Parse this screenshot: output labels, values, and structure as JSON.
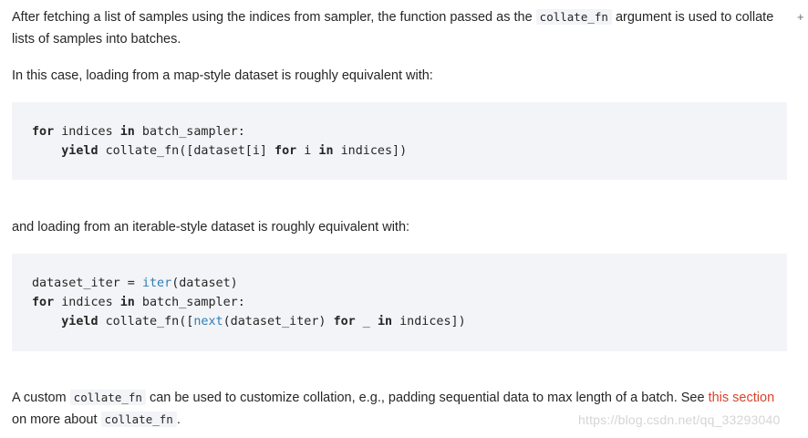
{
  "paragraph1": {
    "text_a": "After fetching a list of samples using the indices from sampler, the function passed as the ",
    "code": "collate_fn",
    "text_b": " argument is used to collate lists of samples into batches."
  },
  "paragraph2": {
    "text": "In this case, loading from a map-style dataset is roughly equivalent with:"
  },
  "code_block_1": {
    "line1": {
      "kw1": "for",
      "t1": " indices ",
      "kw2": "in",
      "t2": " batch_sampler:"
    },
    "line2": {
      "indent": "    ",
      "kw1": "yield",
      "t1": " collate_fn([dataset[i] ",
      "kw2": "for",
      "t2": " i ",
      "kw3": "in",
      "t3": " indices])"
    }
  },
  "paragraph3": {
    "text": "and loading from an iterable-style dataset is roughly equivalent with:"
  },
  "code_block_2": {
    "line1": {
      "t1": "dataset_iter = ",
      "builtin": "iter",
      "t2": "(dataset)"
    },
    "line2": {
      "kw1": "for",
      "t1": " indices ",
      "kw2": "in",
      "t2": " batch_sampler:"
    },
    "line3": {
      "indent": "    ",
      "kw1": "yield",
      "t1": " collate_fn([",
      "builtin": "next",
      "t2": "(dataset_iter) ",
      "kw2": "for",
      "t3": " _ ",
      "kw3": "in",
      "t4": " indices])"
    }
  },
  "paragraph4": {
    "text_a": "A custom ",
    "code1": "collate_fn",
    "text_b": " can be used to customize collation, e.g., padding sequential data to max length of a batch. See ",
    "link": "this section",
    "text_c": " on more about ",
    "code2": "collate_fn",
    "text_d": "."
  },
  "watermark": "https://blog.csdn.net/qq_33293040",
  "icons": {
    "expand": "plus-icon"
  },
  "colors": {
    "link": "#d9432d",
    "code_bg": "#f3f4f7",
    "builtin": "#2f7fb4"
  }
}
